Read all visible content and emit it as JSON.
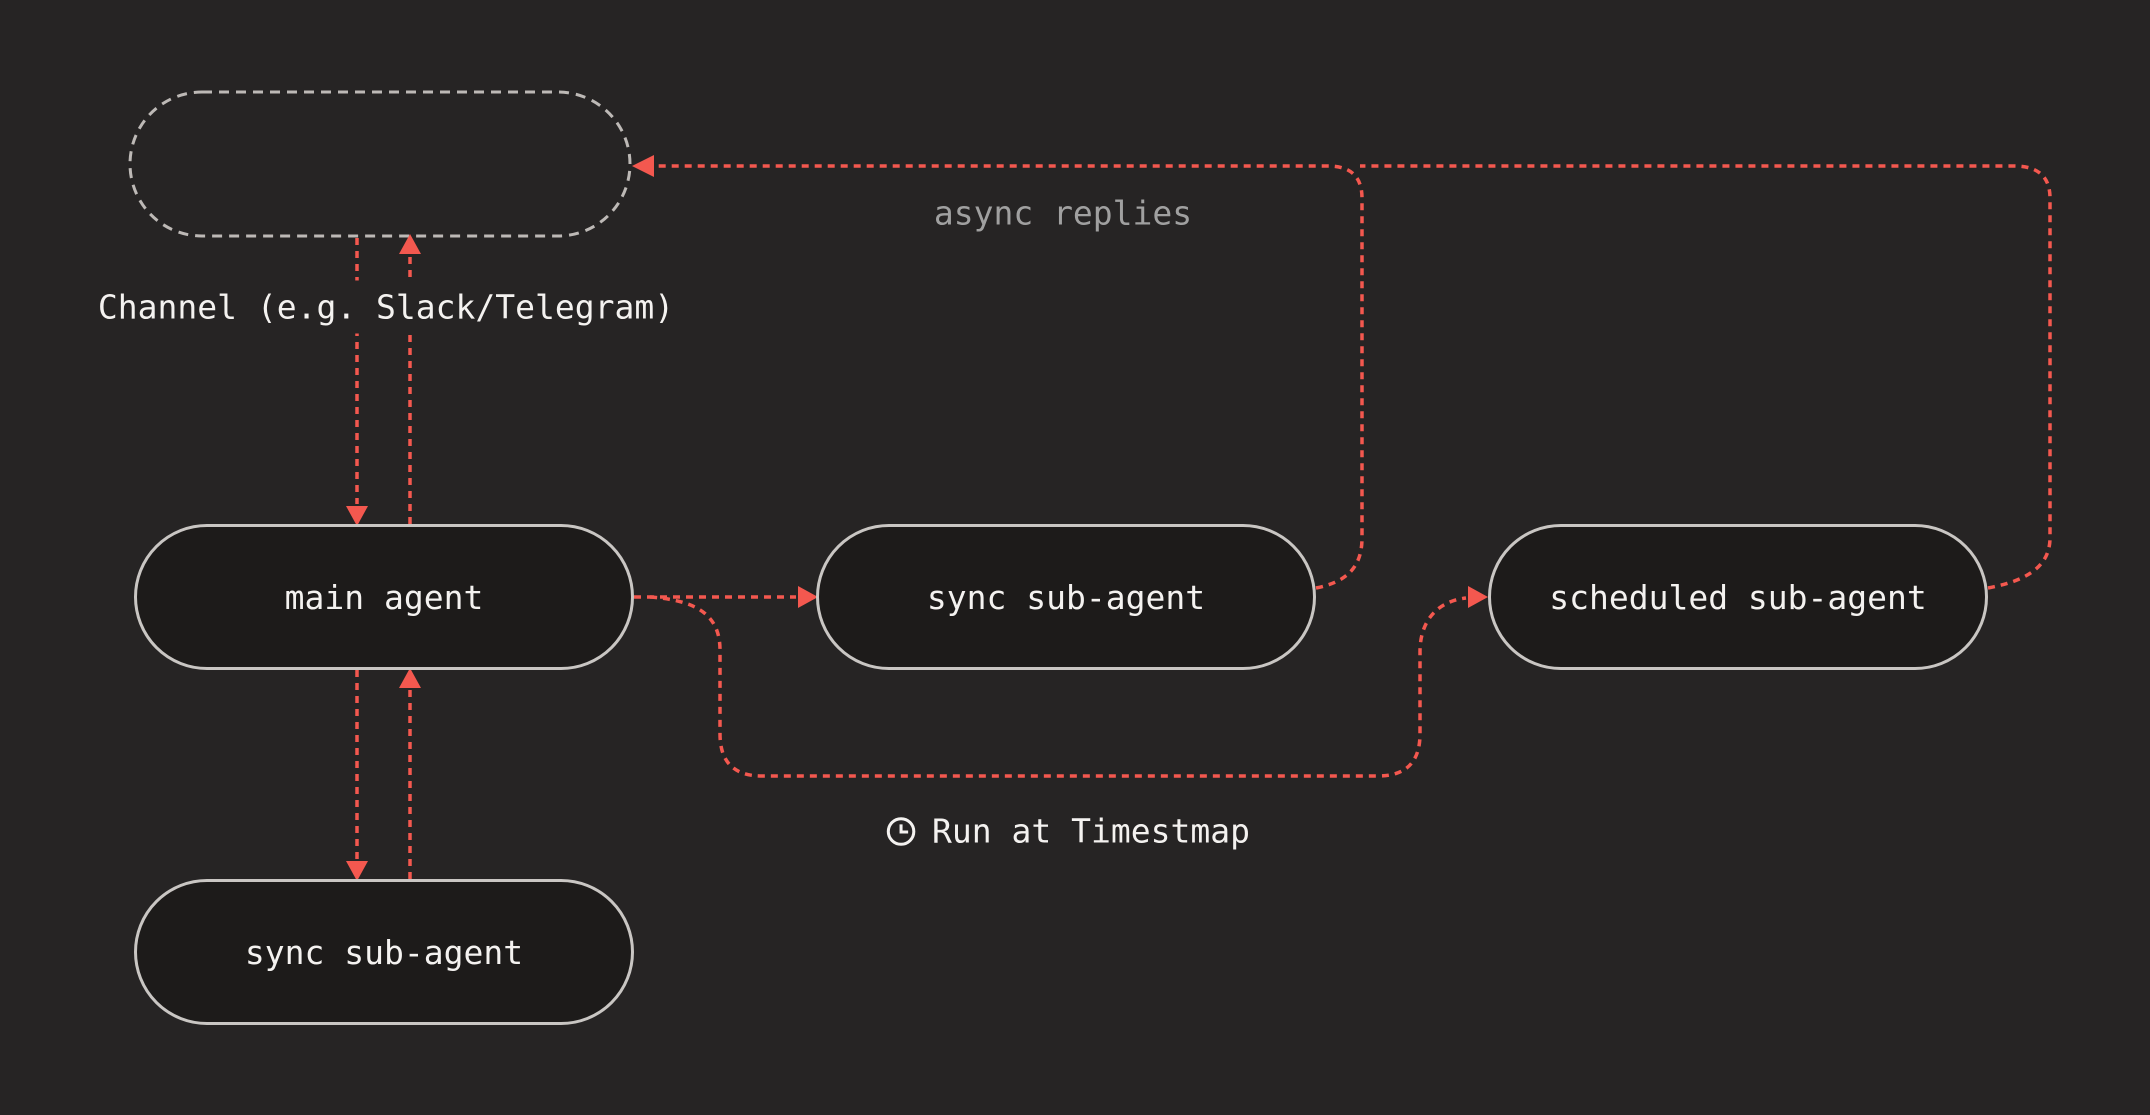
{
  "diagram": {
    "nodes": {
      "channel": {
        "label": ""
      },
      "main_agent": {
        "label": "main agent"
      },
      "sync_sub_agent_mid": {
        "label": "sync sub-agent"
      },
      "scheduled_sub_agent": {
        "label": "scheduled sub-agent"
      },
      "sync_sub_agent_bottom": {
        "label": "sync sub-agent"
      }
    },
    "edge_labels": {
      "channel": "Channel (e.g. Slack/Telegram)",
      "async": "async replies",
      "run_at": "Run at Timestmap"
    },
    "edges": [
      {
        "from": "channel",
        "to": "main_agent",
        "label": "Channel (e.g. Slack/Telegram)"
      },
      {
        "from": "main_agent",
        "to": "channel",
        "label": "Channel (e.g. Slack/Telegram)"
      },
      {
        "from": "main_agent",
        "to": "sync_sub_agent_bottom"
      },
      {
        "from": "sync_sub_agent_bottom",
        "to": "main_agent"
      },
      {
        "from": "main_agent",
        "to": "sync_sub_agent_mid"
      },
      {
        "from": "main_agent",
        "to": "scheduled_sub_agent",
        "label": "Run at Timestmap"
      },
      {
        "from": "sync_sub_agent_mid",
        "to": "channel",
        "label": "async replies"
      },
      {
        "from": "scheduled_sub_agent",
        "to": "channel",
        "label": "async replies"
      }
    ],
    "icons": {
      "run_at": "clock-icon"
    },
    "colors": {
      "background": "#262424",
      "node_fill": "#1d1b1a",
      "node_border": "#c9c6c3",
      "channel_border": "#bdb9b6",
      "edge_red": "#f4584f",
      "muted_text": "#a0a0a0",
      "text": "#f4f2f0"
    }
  }
}
